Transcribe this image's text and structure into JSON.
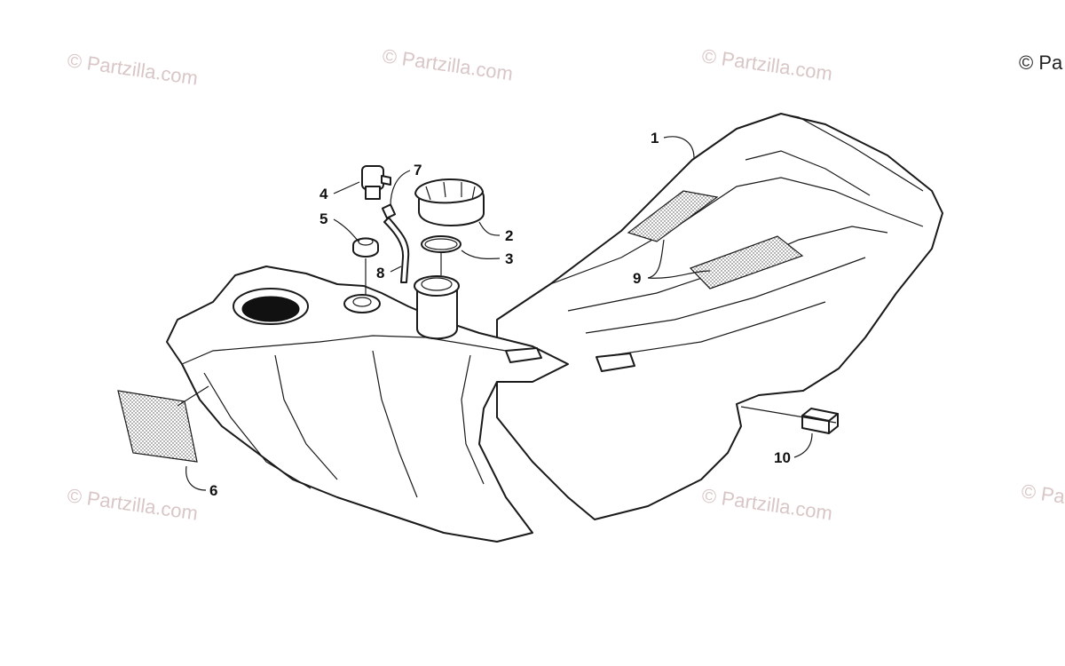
{
  "copyright": "© Pa",
  "watermark": "© Partzilla.com",
  "callouts": {
    "c1": "1",
    "c2": "2",
    "c3": "3",
    "c4": "4",
    "c5": "5",
    "c6": "6",
    "c7": "7",
    "c8": "8",
    "c9": "9",
    "c10": "10"
  },
  "colors": {
    "line": "#1a1a1a",
    "watermark": "#d9c6c6",
    "background": "#ffffff"
  }
}
